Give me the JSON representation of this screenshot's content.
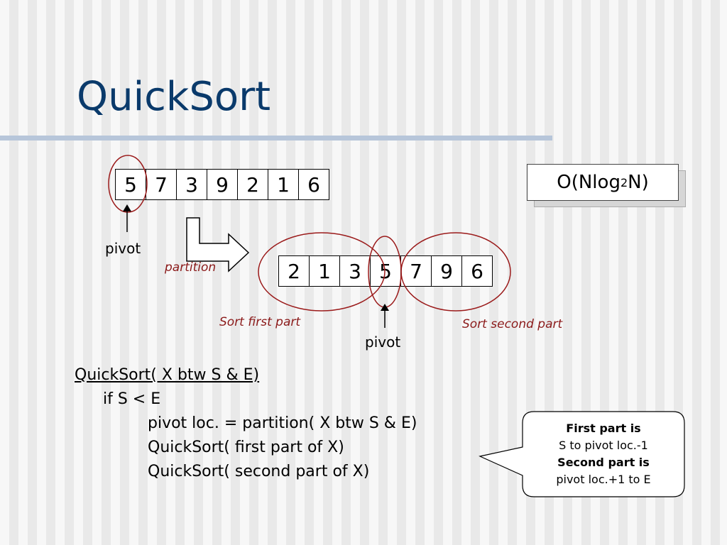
{
  "slide": {
    "title": "QuickSort",
    "complexity": {
      "prefix": "O(Nlog",
      "subscript": "2",
      "suffix": "N)"
    },
    "original_array": [
      "5",
      "7",
      "3",
      "9",
      "2",
      "1",
      "6"
    ],
    "partitioned_array": [
      "2",
      "1",
      "3",
      "5",
      "7",
      "9",
      "6"
    ],
    "pivot_label_1": "pivot",
    "pivot_label_2": "pivot",
    "partition_label": "partition",
    "sort_first_label": "Sort first part",
    "sort_second_label": "Sort second part",
    "code_lines": [
      "QuickSort( X btw S & E)",
      "if S < E",
      "pivot loc. = partition( X btw S & E)",
      "QuickSort( first part of X)",
      "QuickSort( second part of X)"
    ],
    "callout": {
      "line1": "First part is",
      "line2": "S to pivot loc.-1",
      "line3": "Second part is",
      "line4": "pivot loc.+1 to E"
    },
    "colors": {
      "title": "#0a3a6b",
      "annotation": "#8b1a1a",
      "rule": "#b7c6da"
    }
  }
}
